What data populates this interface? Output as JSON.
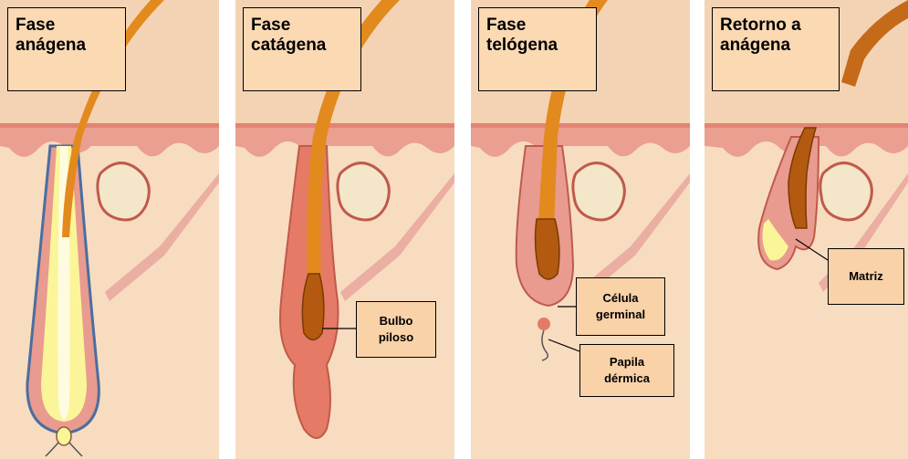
{
  "panels": [
    {
      "title_line1": "Fase",
      "title_line2": "anágena"
    },
    {
      "title_line1": "Fase",
      "title_line2": "catágena"
    },
    {
      "title_line1": "Fase",
      "title_line2": "telógena"
    },
    {
      "title_line1": "Retorno a",
      "title_line2": "anágena"
    }
  ],
  "labels": {
    "bulbo_line1": "Bulbo",
    "bulbo_line2": "piloso",
    "celula_line1": "Célula",
    "celula_line2": "germinal",
    "papila_line1": "Papila",
    "papila_line2": "dérmica",
    "matriz": "Matriz"
  },
  "colors": {
    "background": "#f7dcc0",
    "epidermis": "#e99b8f",
    "skin_surface": "#f2b7a5",
    "hair": "#e28a1e",
    "follicle_yellow": "#fbf59a",
    "label_fill": "#f9d2a8"
  }
}
